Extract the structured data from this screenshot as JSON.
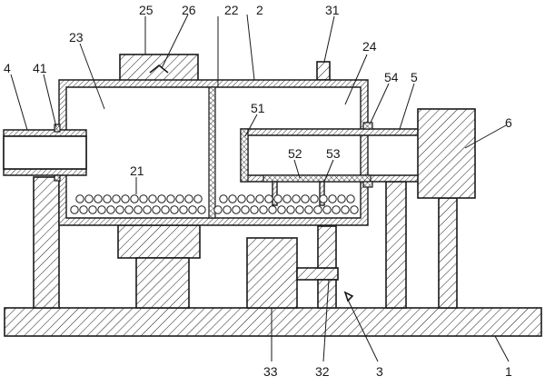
{
  "labels": {
    "l1": "1",
    "l2": "2",
    "l3": "3",
    "l4": "4",
    "l5": "5",
    "l6": "6",
    "l21": "21",
    "l22": "22",
    "l23": "23",
    "l24": "24",
    "l25": "25",
    "l26": "26",
    "l31": "31",
    "l32": "32",
    "l33": "33",
    "l41": "41",
    "l51": "51",
    "l52": "52",
    "l53": "53",
    "l54": "54"
  },
  "colors": {
    "line": "#1a1a1a",
    "background": "#ffffff"
  }
}
